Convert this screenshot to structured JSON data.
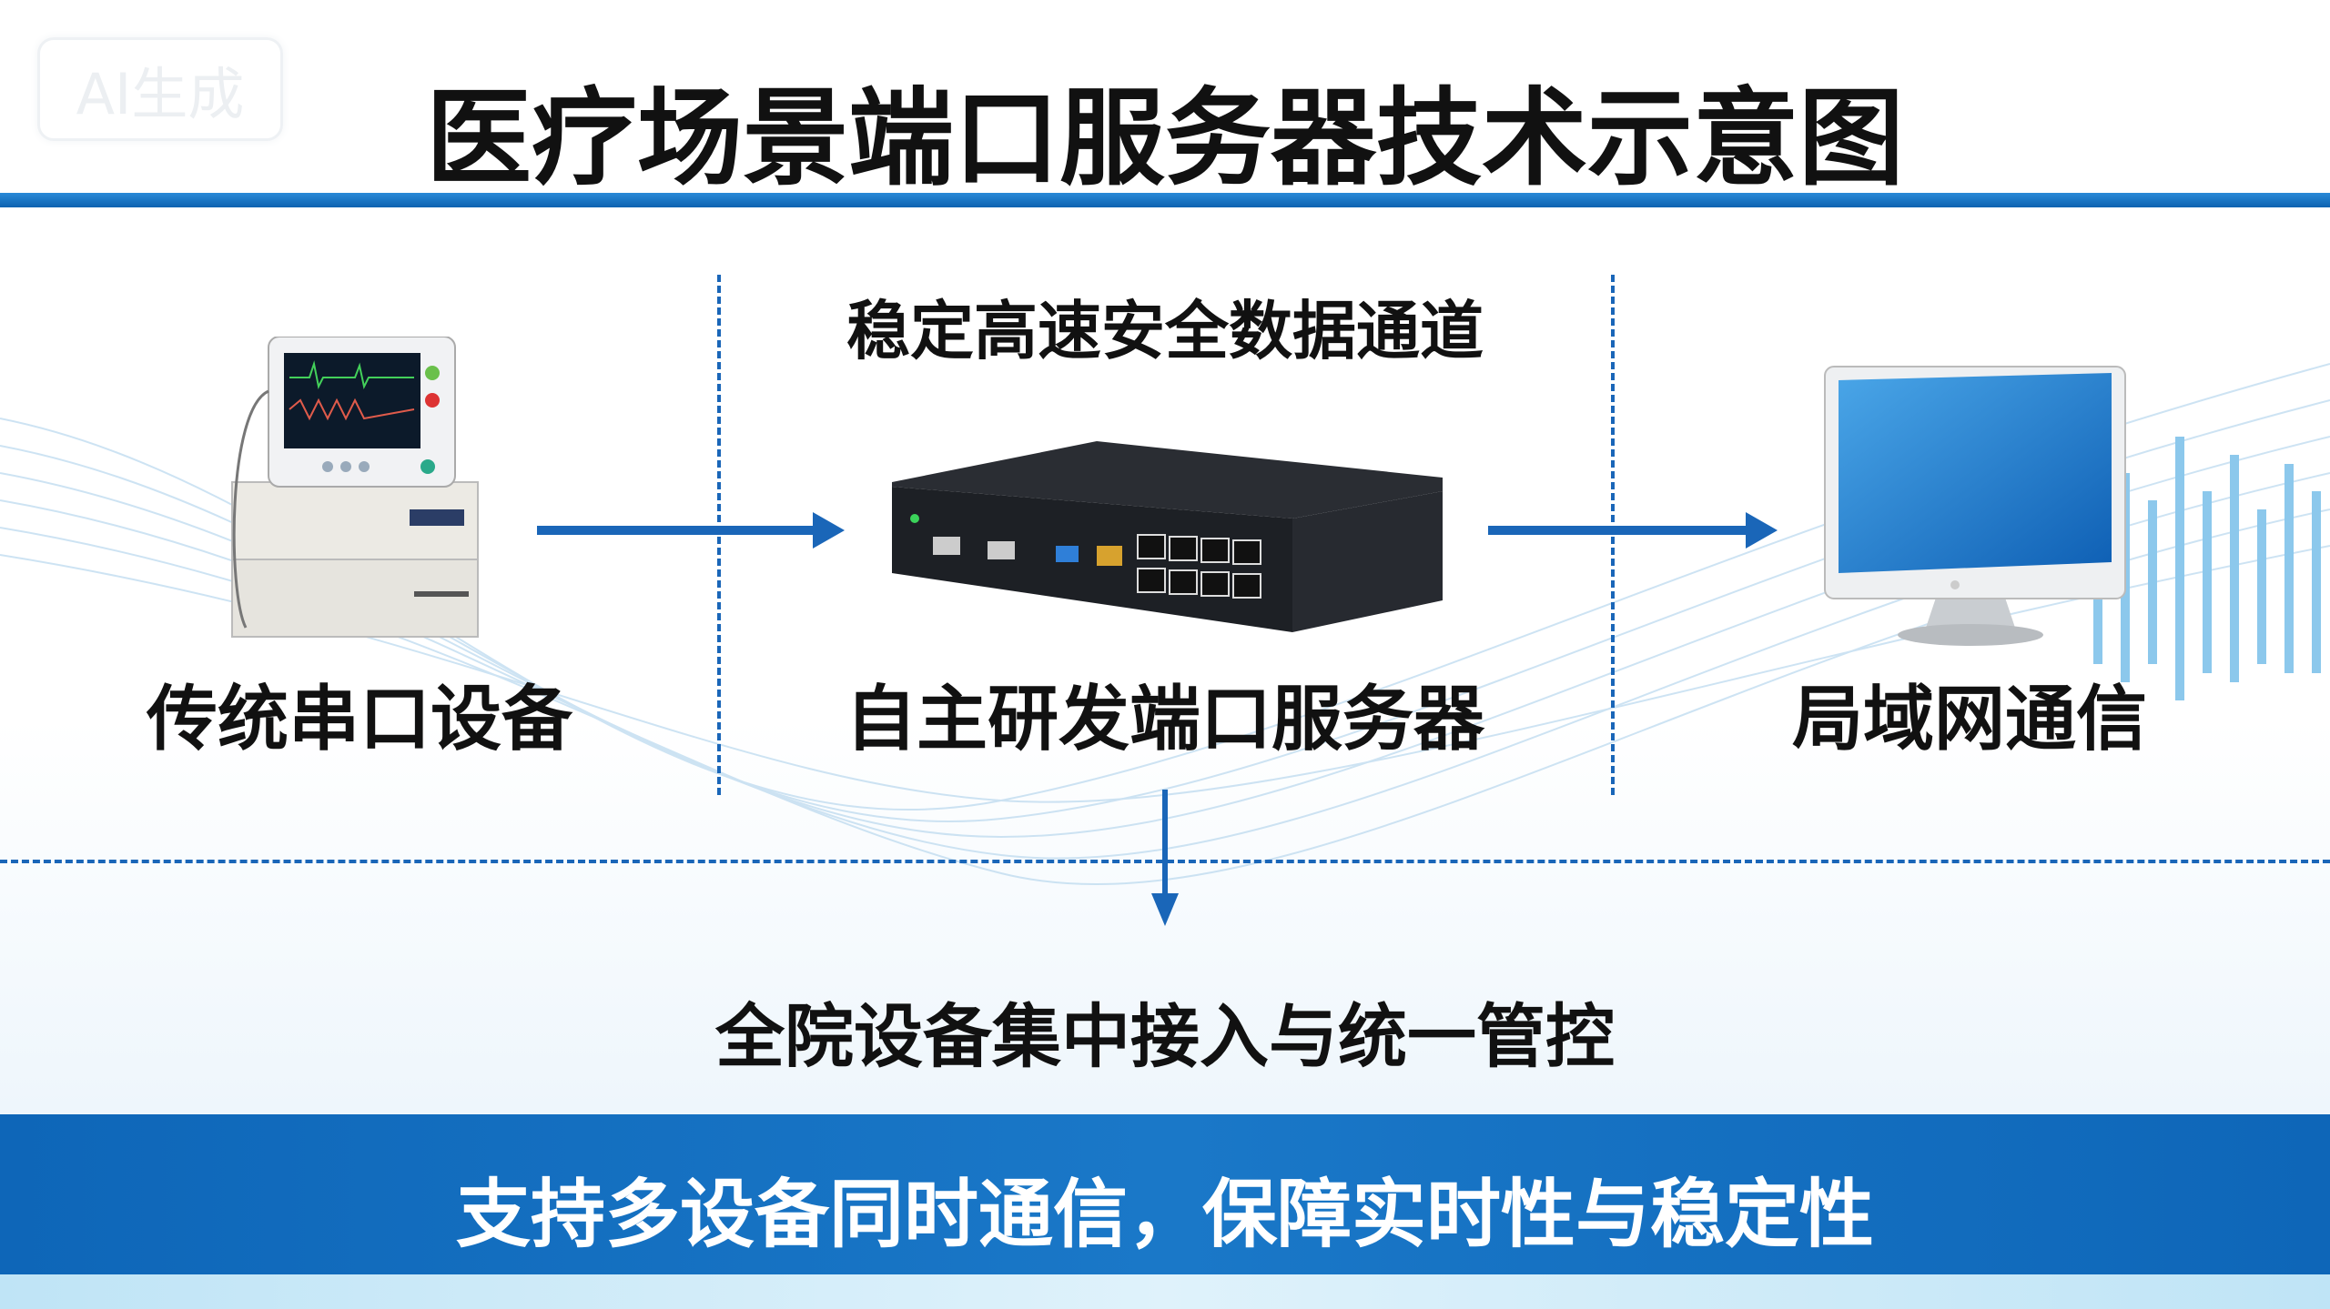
{
  "badge": "AI生成",
  "title": "医疗场景端口服务器技术示意图",
  "channel_label": "稳定高速安全数据通道",
  "nodes": [
    {
      "label": "传统串口设备",
      "icon": "medical-monitor-icon"
    },
    {
      "label": "自主研发端口服务器",
      "icon": "port-server-icon"
    },
    {
      "label": "局域网通信",
      "icon": "computer-monitor-icon"
    }
  ],
  "bottom_label": "全院设备集中接入与统一管控",
  "banner": "支持多设备同时通信，保障实时性与稳定性",
  "colors": {
    "accent": "#1a66b8",
    "banner": "#1470c0",
    "text": "#111111"
  }
}
